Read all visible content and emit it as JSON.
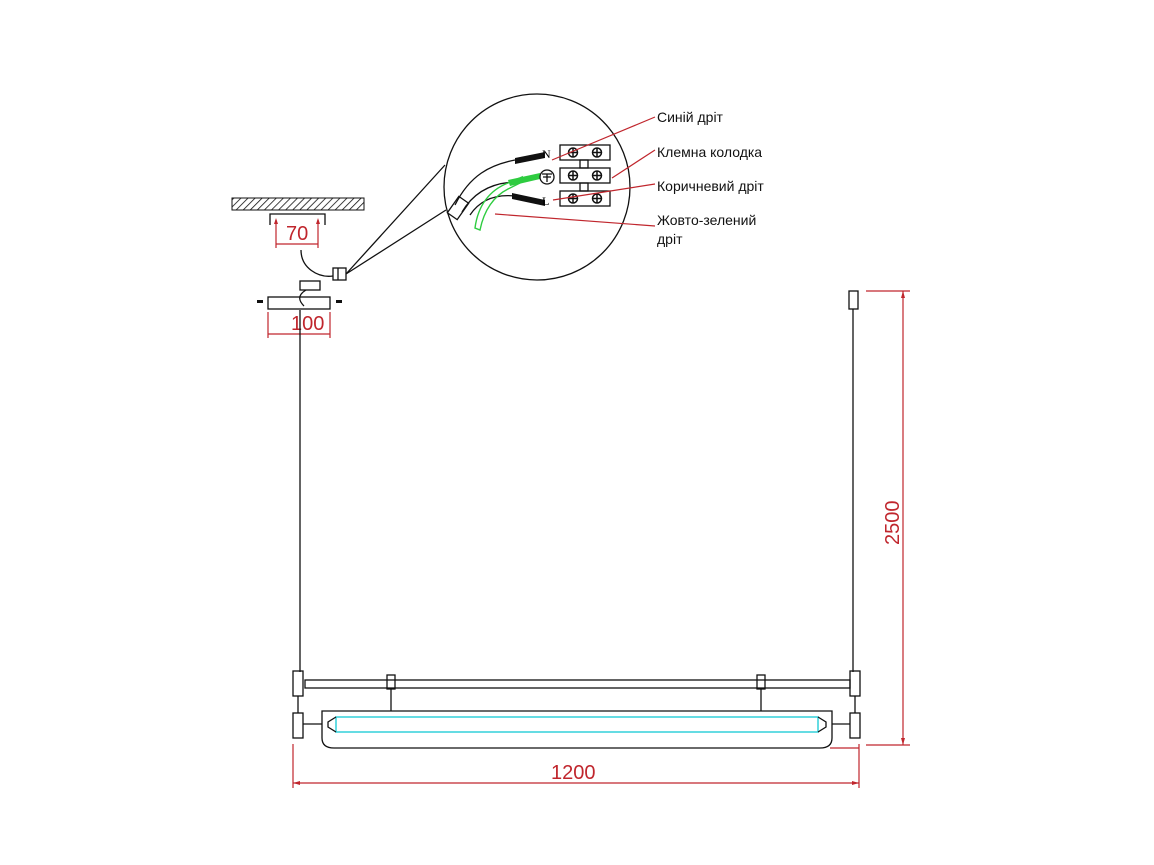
{
  "labels": {
    "blue_wire": "Синій дріт",
    "terminal_block": "Клемна колодка",
    "brown_wire": "Коричневий дріт",
    "yellow_green_wire_1": "Жовто-зелений",
    "yellow_green_wire_2": "дріт",
    "neutral": "N",
    "live": "L"
  },
  "dimensions": {
    "mount_spacing": "70",
    "canopy_width": "100",
    "length": "1200",
    "height": "2500"
  },
  "colors": {
    "dimension": "#c0262d",
    "earth_wire": "#2ecc40",
    "tube": "#3fd3dc"
  }
}
